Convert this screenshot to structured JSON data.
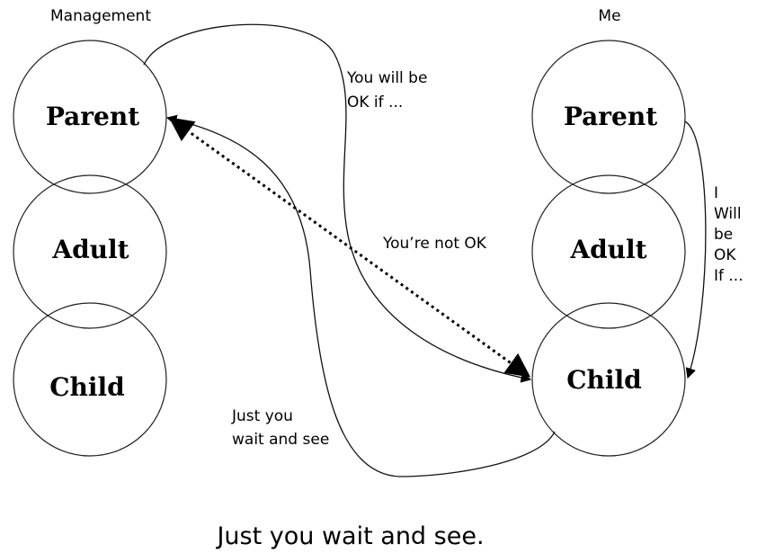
{
  "left": {
    "title": "Management",
    "states": {
      "parent": "Parent",
      "adult": "Adult",
      "child": "Child"
    }
  },
  "right": {
    "title": "Me",
    "states": {
      "parent": "Parent",
      "adult": "Adult",
      "child": "Child"
    }
  },
  "annotations": {
    "will_be_ok": [
      "You will be",
      "OK if ..."
    ],
    "not_ok": "You’re not OK",
    "just_wait": [
      "Just you",
      "wait and see"
    ],
    "i_will": [
      "I",
      "Will",
      "be",
      "OK",
      "If ..."
    ]
  },
  "caption": "Just you wait and see."
}
